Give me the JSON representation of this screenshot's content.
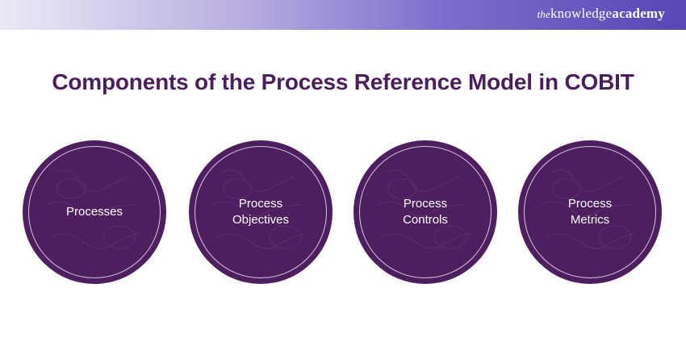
{
  "brand": {
    "prefix": "the",
    "mid": "knowledge",
    "bold": "academy"
  },
  "title": "Components of the Process Reference Model in COBIT",
  "components": [
    {
      "label": "Processes"
    },
    {
      "label": "Process\nObjectives"
    },
    {
      "label": "Process\nControls"
    },
    {
      "label": "Process\nMetrics"
    }
  ],
  "colors": {
    "circle": "#4e1f5e",
    "title": "#4a1f5c",
    "ring": "#d8c7e0"
  }
}
